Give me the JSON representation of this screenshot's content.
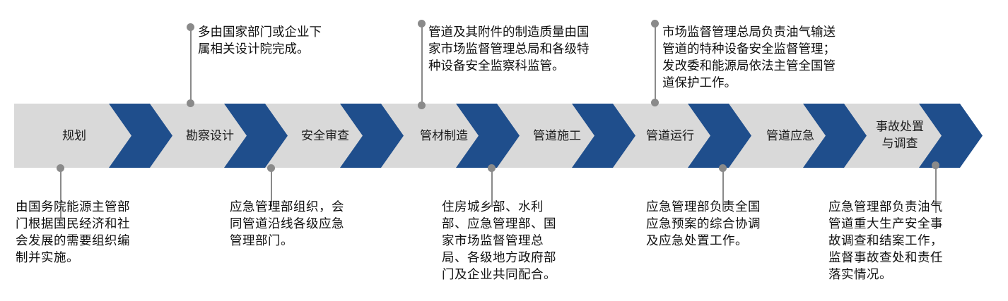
{
  "stages": [
    {
      "label": "规划"
    },
    {
      "label": "勘察设计"
    },
    {
      "label": "安全审查"
    },
    {
      "label": "管材制造"
    },
    {
      "label": "管道施工"
    },
    {
      "label": "管道运行"
    },
    {
      "label": "管道应急"
    },
    {
      "label": "事故处置\n与调查"
    }
  ],
  "notes_top": [
    {
      "text": "多由国家部门或企业下\n属相关设计院完成。"
    },
    {
      "text": "管道及其附件的制造质量由国\n家市场监督管理总局和各级特\n种设备安全监察科监管。"
    },
    {
      "text": "市场监督管理总局负责油气输送\n管道的特种设备安全监督管理；\n发改委和能源局依法主管全国管\n道保护工作。"
    }
  ],
  "notes_bottom": [
    {
      "text": "由国务院能源主管部\n门根据国民经济和社\n会发展的需要组织编\n制并实施。"
    },
    {
      "text": "应急管理部组织，会\n同管道沿线各级应急\n管理部门。"
    },
    {
      "text": "住房城乡部、水利\n部、应急管理部、国\n家市场监督管理总\n局、各级地方政府部\n门及企业共同配合。"
    },
    {
      "text": "应急管理部负责全国\n应急预案的综合协调\n及应急处置工作。"
    },
    {
      "text": "应急管理部负责油气\n管道重大生产安全事\n故调查和结案工作，\n监督事故查处和责任\n落实情况。"
    }
  ],
  "colors": {
    "band": "#d9d9d9",
    "chevron": "#1f4e8c",
    "connector": "#8a8a8a"
  }
}
